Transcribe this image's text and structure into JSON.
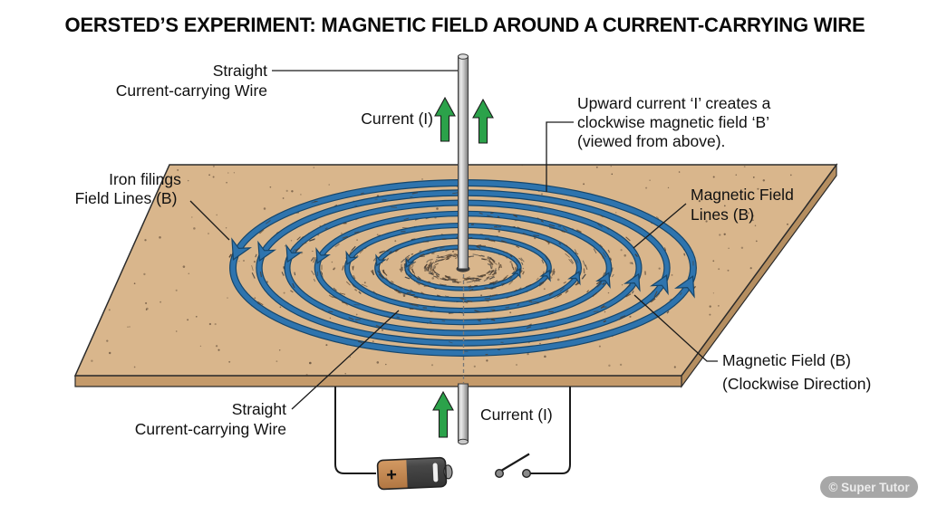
{
  "title": "OERSTED’S EXPERIMENT: MAGNETIC FIELD AROUND A CURRENT-CARRYING WIRE",
  "labels": {
    "wire_top_1": "Straight",
    "wire_top_2": "Current-carrying Wire",
    "current_top": "Current (I)",
    "note_1": "Upward current ‘I’ creates a",
    "note_2": "clockwise magnetic field ‘B’",
    "note_3": "(viewed from above).",
    "iron_1": "Iron filings",
    "iron_2": "Field Lines (B)",
    "field_lines_1": "Magnetic Field",
    "field_lines_2": "Lines (B)",
    "field_cw_1": "Magnetic Field (B)",
    "field_cw_2": "(Clockwise Direction)",
    "wire_bottom_1": "Straight",
    "wire_bottom_2": "Current-carrying Wire",
    "current_bottom": "Current (I)",
    "battery_plus": "+",
    "badge": "© Super Tutor"
  },
  "colors": {
    "board_top": "#d9b68c",
    "board_front": "#c49a6a",
    "board_side": "#b58e60",
    "board_edge": "#2b2b2b",
    "field_line": "#2e74ae",
    "field_line_dark": "#16466b",
    "arrow_green": "#2ba24a",
    "arrow_green_dark": "#15441f",
    "filings": "#4a392a",
    "rod_dark": "#7d7d7d",
    "rod_light": "#e8e8e8",
    "battery_orange": "#c5854e",
    "battery_body": "#474747",
    "badge_bg": "#9d9d9d",
    "ink": "#111111"
  }
}
